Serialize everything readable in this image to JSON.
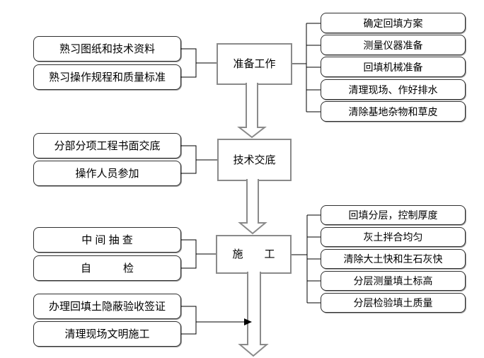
{
  "stages": [
    {
      "name": "准备工作",
      "inputs": [
        "熟习图纸和技术资料",
        "熟习操作规程和质量标准"
      ],
      "outputs": [
        "确定回填方案",
        "测量仪器准备",
        "回填机械准备",
        "清理现场、作好排水",
        "清除基地杂物和草皮"
      ]
    },
    {
      "name": "技术交底",
      "inputs": [
        "分部分项工程书面交底",
        "操作人员参加"
      ],
      "outputs": []
    },
    {
      "name": "施　　工",
      "inputs": [
        "中 间 抽 查",
        "自　　　检"
      ],
      "outputs": [
        "回填分层，控制厚度",
        "灰土拌合均匀",
        "清除大土快和生石灰快",
        "分层测量填土标高",
        "分层检验填土质量"
      ]
    },
    {
      "inputs": [
        "办理回填土隐蔽验收签证",
        "清理现场文明施工"
      ],
      "outputs": []
    }
  ],
  "colors": {
    "background": "#ffffff",
    "text": "#000000",
    "input_box_border": "#2f2f2f",
    "input_box_shadow": "#9c9c9c",
    "process_box_border": "#8a8a8a",
    "flow_arrow_outline": "#8a8a8a",
    "connector_line": "#000000",
    "merge_arrowhead": "#000000"
  }
}
